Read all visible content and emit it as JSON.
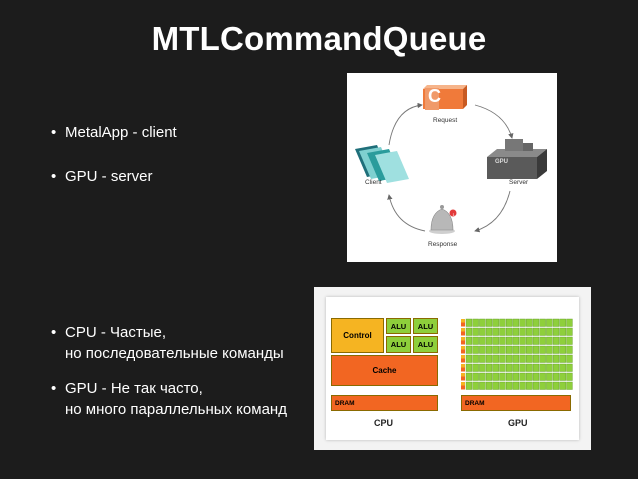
{
  "slide": {
    "title": "MTLCommandQueue",
    "bullets_top": [
      "MetalApp - client",
      "GPU - server"
    ],
    "bullets_bottom": [
      {
        "line1": "CPU - Частые,",
        "line2": "но последовательные команды"
      },
      {
        "line1": "GPU - Не так часто,",
        "line2": "но много параллельных команд"
      }
    ]
  },
  "client_server_diagram": {
    "request_label": "Request",
    "client_label": "Client",
    "server_label": "Server",
    "response_label": "Response",
    "server_box_text": "GPU",
    "request_icon_letter": "C",
    "notification_badge": "1"
  },
  "cpu_gpu_diagram": {
    "control_label": "Control",
    "alu_label": "ALU",
    "cache_label": "Cache",
    "dram_label": "DRAM",
    "cpu_caption": "CPU",
    "gpu_caption": "GPU",
    "colors": {
      "control": "#f5b422",
      "alu": "#8ecf3b",
      "cache": "#f26622",
      "dram": "#f26622"
    }
  }
}
